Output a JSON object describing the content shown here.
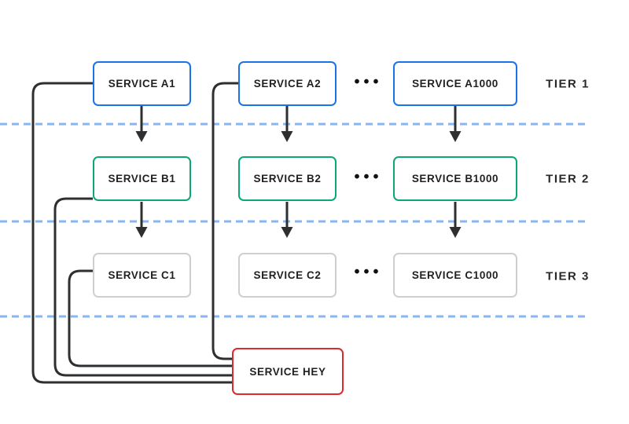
{
  "diagram": {
    "title_hint": "service tier dependency diagram",
    "tier_rows": [
      {
        "label": "TIER 1",
        "services": [
          "SERVICE A1",
          "SERVICE A2",
          "SERVICE A1000"
        ],
        "ellipsis": "•••"
      },
      {
        "label": "TIER 2",
        "services": [
          "SERVICE B1",
          "SERVICE B2",
          "SERVICE B1000"
        ],
        "ellipsis": "•••"
      },
      {
        "label": "TIER 3",
        "services": [
          "SERVICE C1",
          "SERVICE C2",
          "SERVICE C1000"
        ],
        "ellipsis": "•••"
      }
    ],
    "external_service": {
      "label": "SERVICE HEY"
    },
    "colors": {
      "tier1_border": "#1a73e8",
      "tier2_border": "#0ca678",
      "tier3_border": "#cfcfcf",
      "external_border": "#dd2b2b",
      "connector_line": "#2d2f31",
      "tier_divider_dashed": "#88b6f2",
      "text": "#1e2022",
      "background": "#ffffff"
    }
  }
}
